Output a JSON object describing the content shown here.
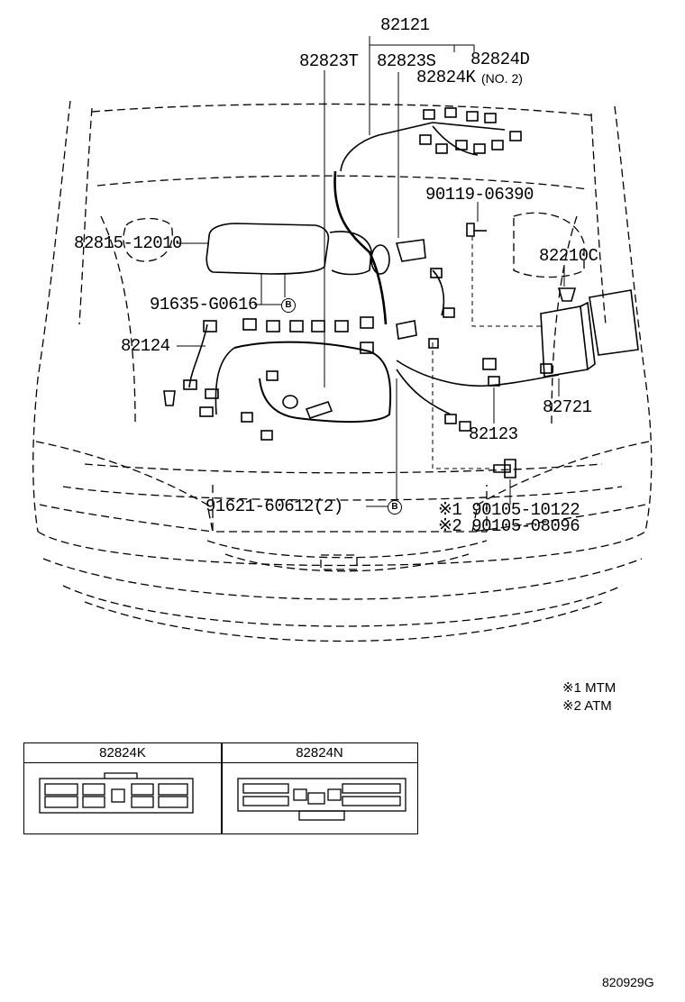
{
  "labels": {
    "l82121": "82121",
    "l82823T": "82823T",
    "l82823S": "82823S",
    "l82824D": "82824D",
    "l82824K": "82824K",
    "no2": "(NO. 2)",
    "l90119": "90119-06390",
    "l82815": "82815-12010",
    "l82210C": "82210C",
    "l91635": "91635-G0616",
    "l82124": "82124",
    "l82721": "82721",
    "l82123": "82123",
    "l91621": "91621-60612(2)",
    "l90105a": "※1 90105-10122",
    "l90105b": "※2 90105-08096",
    "circle_b": "B"
  },
  "legend": {
    "mtm": "※1 MTM",
    "atm": "※2 ATM"
  },
  "connector_table": {
    "col1": "82824K",
    "col2": "82824N"
  },
  "figure_ref": "820929G"
}
